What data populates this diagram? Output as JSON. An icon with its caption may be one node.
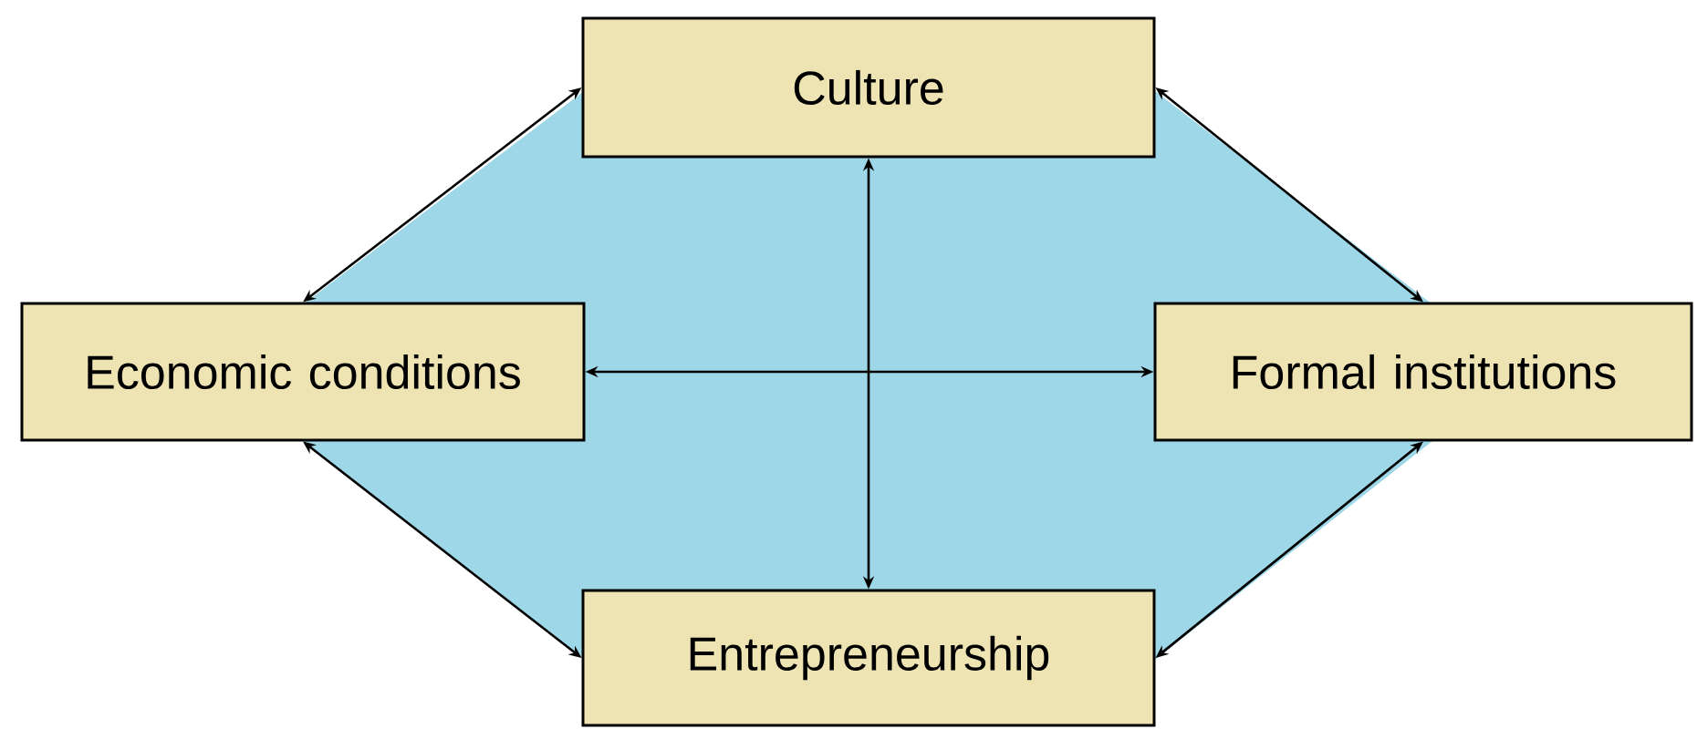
{
  "diagram": {
    "nodes": [
      {
        "text": [
          "Culture"
        ]
      },
      {
        "text": [
          "Economic conditions"
        ]
      },
      {
        "text": [
          "Formal institutions"
        ]
      },
      {
        "text": [
          "Entrepreneurship"
        ]
      }
    ],
    "edges": [
      {
        "from": 0,
        "to": 1,
        "arrow": "both"
      },
      {
        "from": 0,
        "to": 2,
        "arrow": "both"
      },
      {
        "from": 0,
        "to": 3,
        "arrow": "both"
      },
      {
        "from": 1,
        "to": 2,
        "arrow": "both"
      },
      {
        "from": 1,
        "to": 3,
        "arrow": "both"
      },
      {
        "from": 2,
        "to": 3,
        "arrow": "both"
      }
    ]
  }
}
